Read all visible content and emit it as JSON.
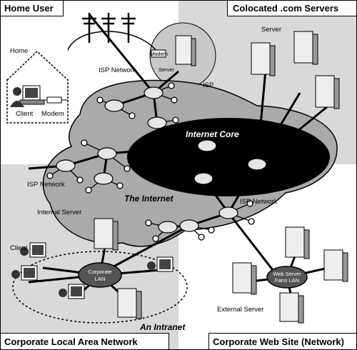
{
  "quadrants": {
    "home": "Home User",
    "colocated": "Colocated .com Servers",
    "corporate_lan": "Corporate Local Area Network",
    "web_site": "Corporate Web Site (Network)"
  },
  "labels": {
    "home": "Home",
    "client": "Client",
    "modem": "Modem",
    "isp_modem": "Modem",
    "isp_server": "Server",
    "isp": "ISP",
    "isp_network_top": "ISP Network",
    "server": "Server",
    "internet_core": "Internet Core",
    "isp_network_left": "ISP Network",
    "the_internet": "The Internet",
    "isp_network_right": "ISP Network",
    "internal_server": "Internal Server",
    "corp_client": "Client",
    "corporate_lan_1": "Corporate",
    "corporate_lan_2": "LAN",
    "an_intranet": "An Intranet",
    "web_farm_1": "Web Server",
    "web_farm_2": "Farm LAN",
    "external_server": "External Server"
  }
}
